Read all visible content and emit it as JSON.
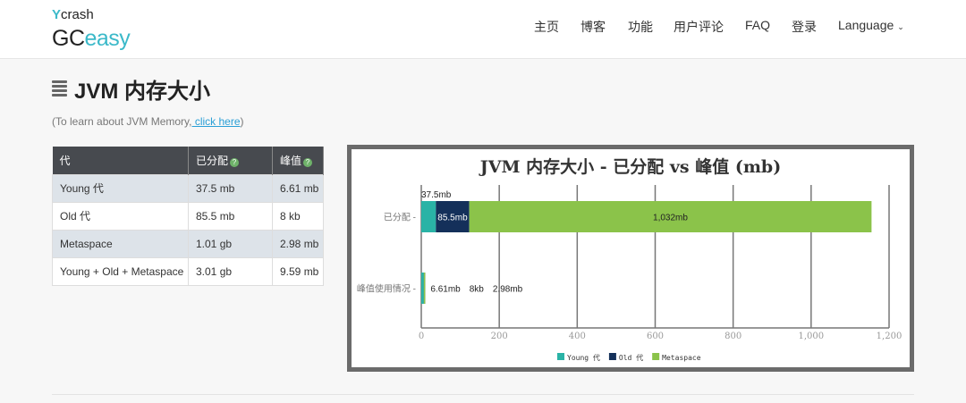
{
  "header": {
    "logo_top": "crash",
    "logo_top_mark": "Y",
    "logo_gc": "GC",
    "logo_easy": "easy",
    "nav": [
      "主页",
      "博客",
      "功能",
      "用户评论",
      "FAQ",
      "登录",
      "Language"
    ]
  },
  "page": {
    "title": "JVM 内存大小",
    "learn_prefix": "(To learn about JVM Memory,",
    "learn_link": " click here",
    "learn_suffix": ")"
  },
  "table": {
    "headers": [
      "代",
      "已分配",
      "峰值"
    ],
    "rows": [
      [
        "Young 代",
        "37.5 mb",
        "6.61 mb"
      ],
      [
        "Old 代",
        "85.5 mb",
        "8 kb"
      ],
      [
        "Metaspace",
        "1.01 gb",
        "2.98 mb"
      ],
      [
        "Young + Old + Metaspace",
        "3.01 gb",
        "9.59 mb"
      ]
    ]
  },
  "chart_data": {
    "type": "bar",
    "orientation": "horizontal",
    "stacked": true,
    "title": "JVM 内存大小 - 已分配 vs 峰值 (mb)",
    "categories": [
      "已分配",
      "峰值使用情况"
    ],
    "series": [
      {
        "name": "Young 代",
        "color": "#2ab3a6",
        "values": [
          37.5,
          6.61
        ],
        "labels": [
          "37.5mb",
          "6.61mb"
        ]
      },
      {
        "name": "Old 代",
        "color": "#14305a",
        "values": [
          85.5,
          0.008
        ],
        "labels": [
          "85.5mb",
          "8kb"
        ]
      },
      {
        "name": "Metaspace",
        "color": "#8bc34a",
        "values": [
          1032,
          2.98
        ],
        "labels": [
          "1,032mb",
          "2.98mb"
        ]
      }
    ],
    "xlim": [
      0,
      1200
    ],
    "xticks": [
      0,
      200,
      400,
      600,
      800,
      1000,
      1200
    ],
    "xtick_labels": [
      "0",
      "200",
      "400",
      "600",
      "800",
      "1,000",
      "1,200"
    ],
    "grid": true,
    "legend": "bottom"
  }
}
